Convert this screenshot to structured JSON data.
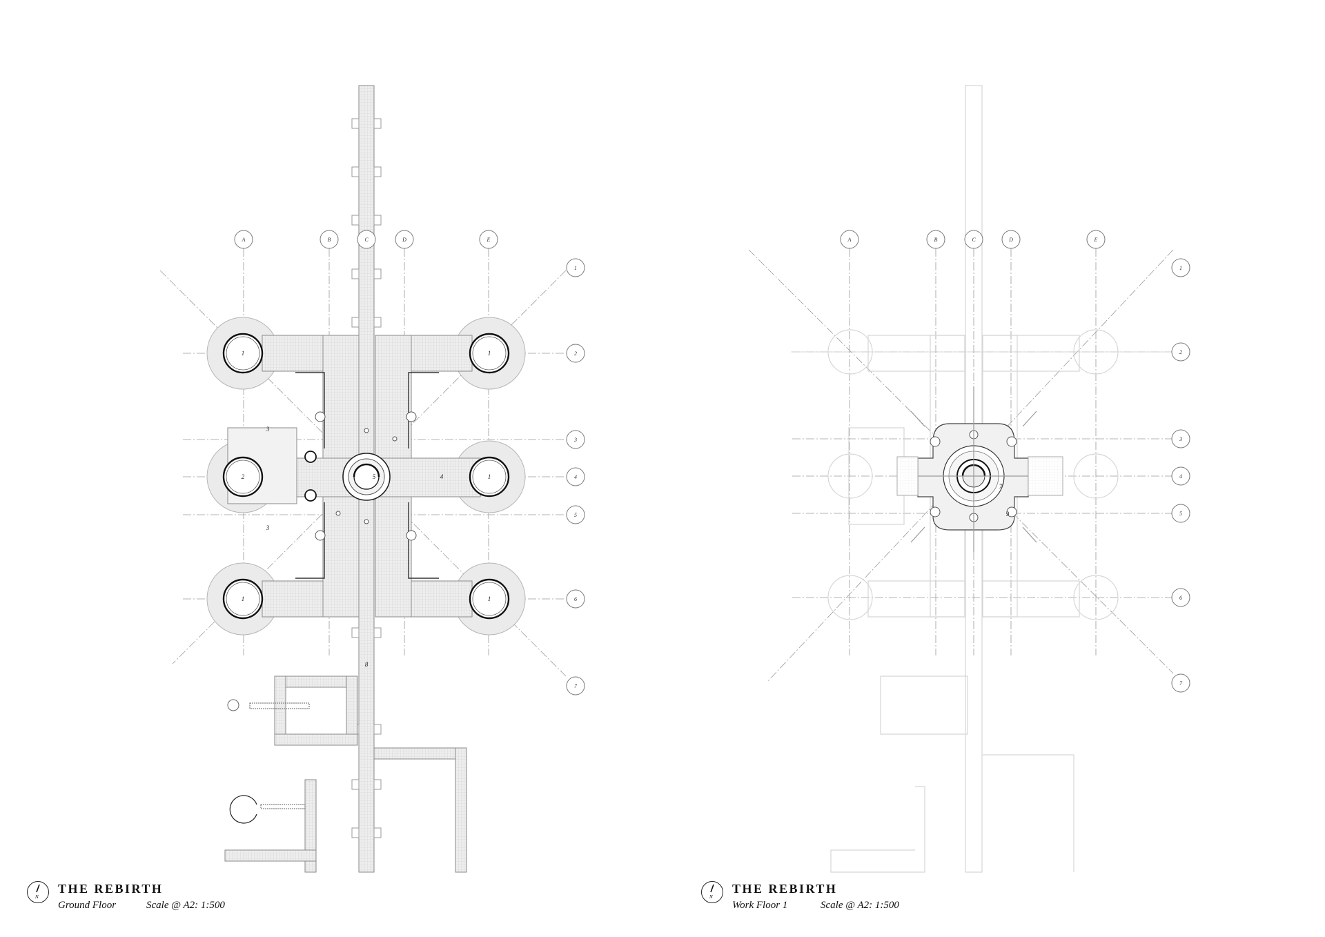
{
  "grid_columns": [
    "A",
    "B",
    "C",
    "D",
    "E"
  ],
  "grid_rows": [
    "1",
    "2",
    "3",
    "4",
    "5",
    "6",
    "7"
  ],
  "plans": [
    {
      "title": "THE REBIRTH",
      "floor": "Ground Floor",
      "scale": "Scale @ A2: 1:500",
      "room_labels": [
        "1",
        "1",
        "2",
        "1",
        "1",
        "1",
        "3",
        "3",
        "4",
        "5",
        "8"
      ]
    },
    {
      "title": "THE REBIRTH",
      "floor": "Work Floor 1",
      "scale": "Scale @ A2: 1:500",
      "room_labels": [
        "7",
        "9"
      ]
    }
  ],
  "colors": {
    "ink": "#111111",
    "grid": "#9a9a9a",
    "fill": "#ececec",
    "faded": "#d6d6d6"
  }
}
